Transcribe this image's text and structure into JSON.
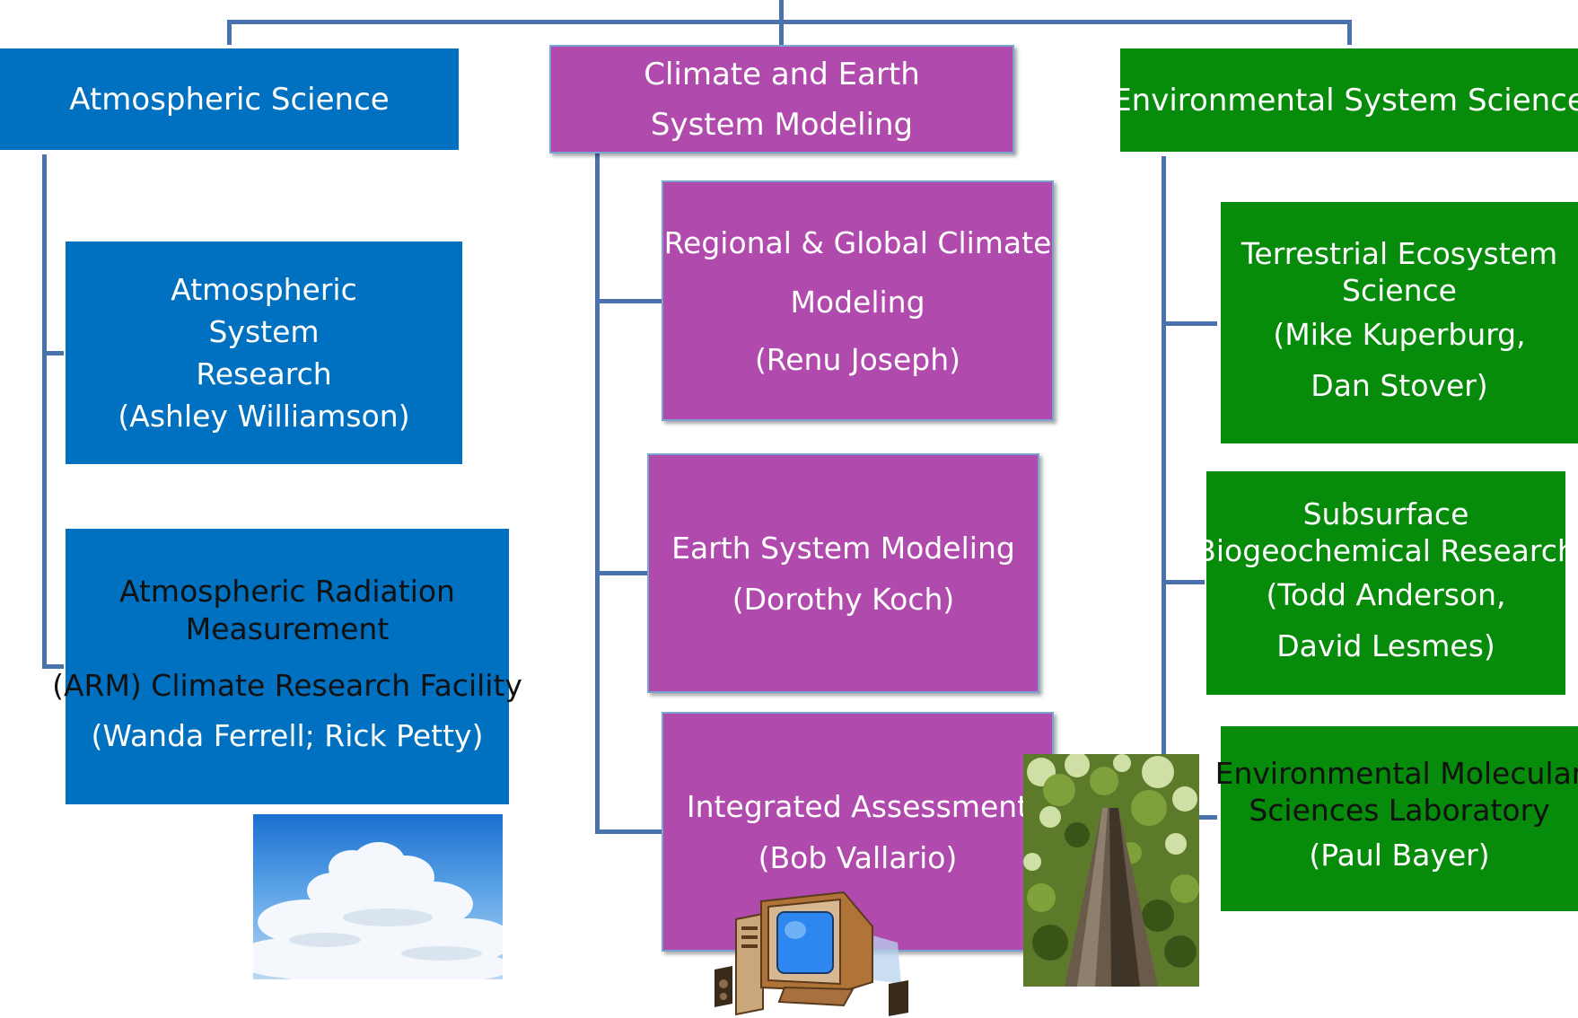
{
  "top": {
    "atmospheric_science": "Atmospheric Science",
    "climate_modeling": [
      "Climate and Earth",
      "System Modeling"
    ],
    "environmental_system_science": "Environmental System Science"
  },
  "atmospheric": {
    "asr": [
      "Atmospheric",
      "System",
      "Research",
      "(Ashley Williamson)"
    ],
    "arm": [
      "Atmospheric Radiation",
      "Measurement",
      "(ARM) Climate Research Facility",
      "(Wanda Ferrell; Rick Petty)"
    ]
  },
  "climate": {
    "regional": [
      "Regional & Global Climate",
      "Modeling",
      "(Renu Joseph)"
    ],
    "earth": [
      "Earth System Modeling",
      "(Dorothy Koch)"
    ],
    "integrated": [
      "Integrated Assessment",
      "(Bob Vallario)"
    ]
  },
  "environmental": {
    "terrestrial": [
      "Terrestrial Ecosystem",
      "Science",
      "(Mike Kuperburg,",
      "Dan Stover)"
    ],
    "subsurface": [
      "Subsurface",
      "Biogeochemical Research",
      "(Todd Anderson,",
      "David Lesmes)"
    ],
    "emsl": [
      "Environmental Molecular",
      "Sciences Laboratory",
      "(Paul Bayer)"
    ]
  },
  "colors": {
    "atmospheric": "#0070c0",
    "climate": "#b04aac",
    "environmental": "#078b0a",
    "connector": "#4a72ad"
  }
}
